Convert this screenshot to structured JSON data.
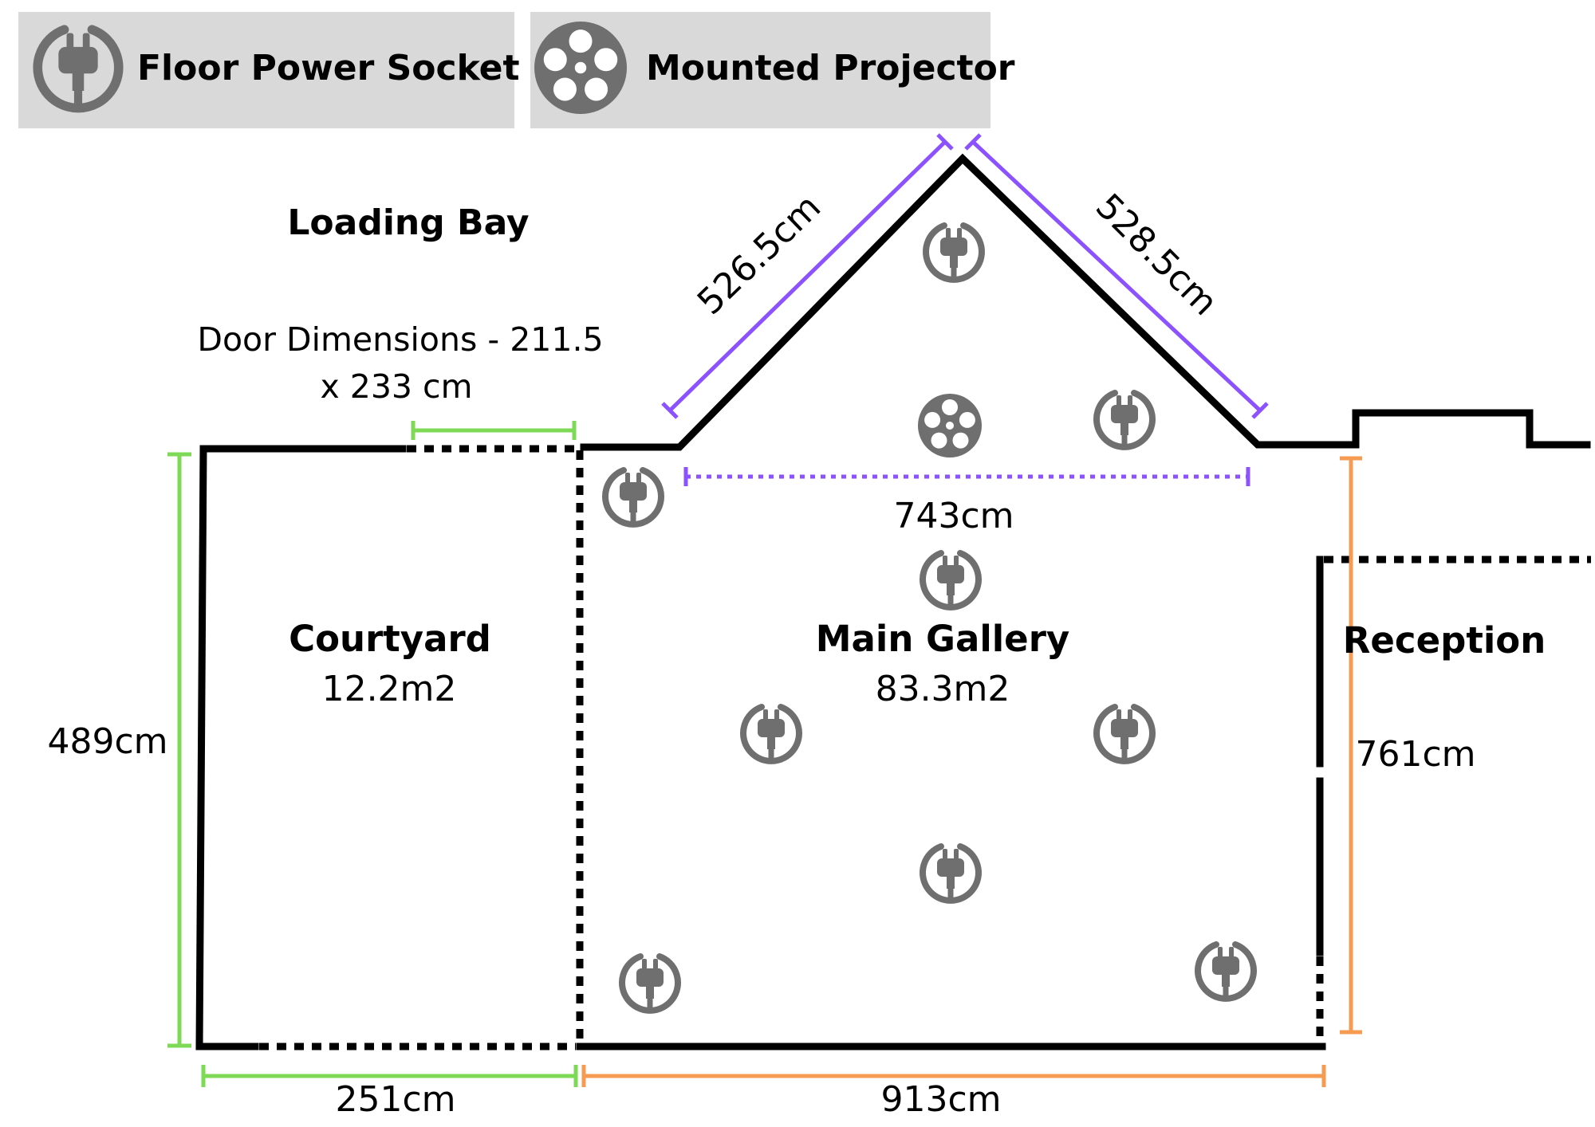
{
  "legend": {
    "socket_label": "Floor Power Socket",
    "projector_label": "Mounted Projector"
  },
  "rooms": {
    "loading_bay": "Loading Bay",
    "courtyard_name": "Courtyard",
    "courtyard_area": "12.2m2",
    "gallery_name": "Main Gallery",
    "gallery_area": "83.3m2",
    "reception_name": "Reception"
  },
  "door": {
    "line1": "Door Dimensions - 211.5",
    "line2": "x 233 cm"
  },
  "dimensions": {
    "roof_left": "526.5cm",
    "roof_right": "528.5cm",
    "gallery_width_top": "743cm",
    "courtyard_height": "489cm",
    "reception_height": "761cm",
    "courtyard_width": "251cm",
    "gallery_width_bottom": "913cm"
  },
  "colors": {
    "green": "#7ed957",
    "orange": "#f59b52",
    "purple": "#8c52ff",
    "icon_grey": "#6f6f6f",
    "legend_bg": "#d9d9d9"
  },
  "icons": {
    "socket": "power-plug-icon",
    "projector": "film-reel-icon"
  }
}
